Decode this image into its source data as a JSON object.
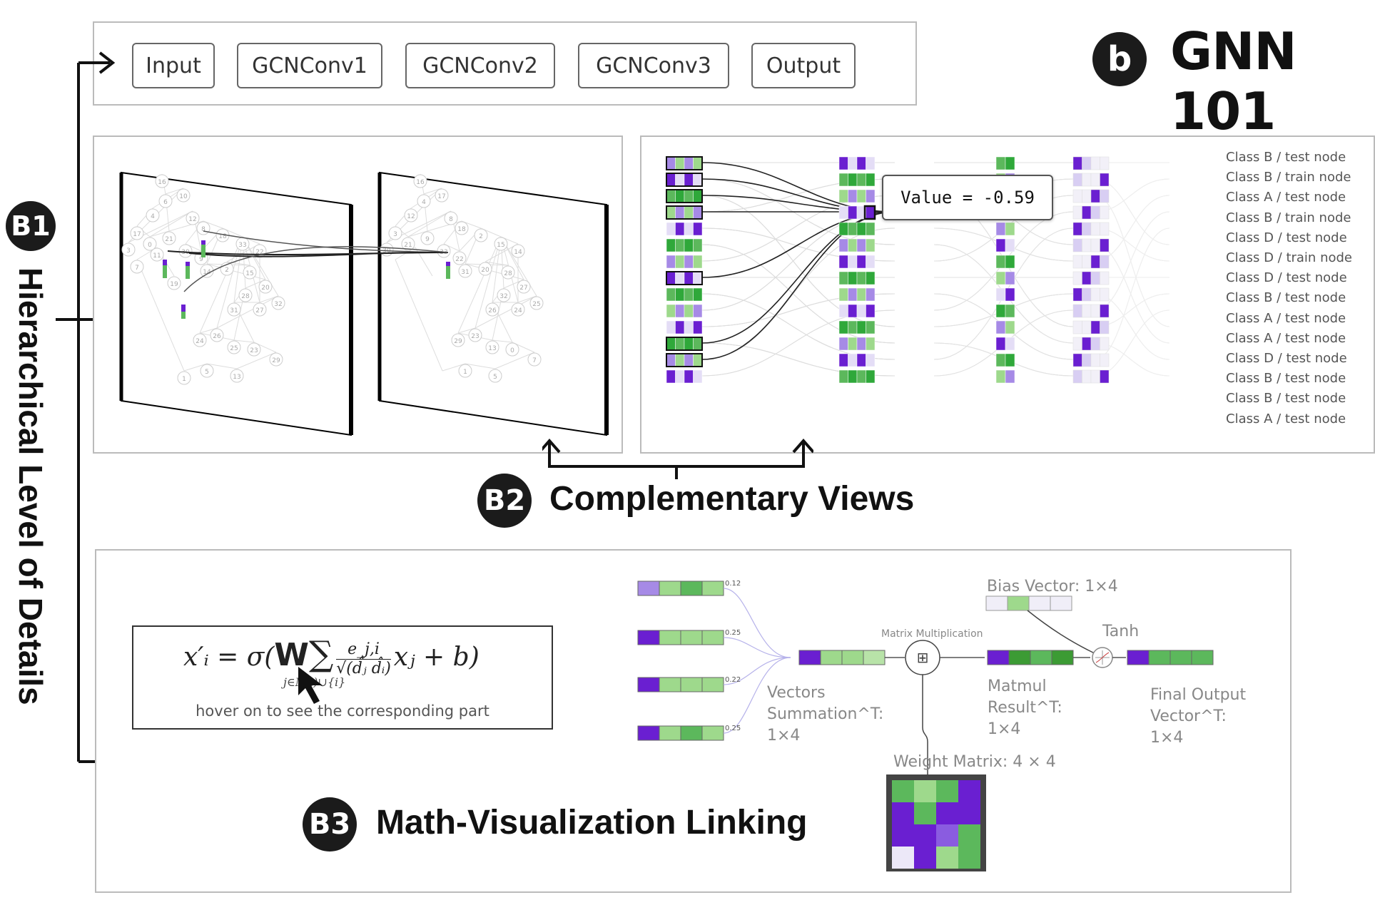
{
  "header": {
    "badge": "b",
    "title": "GNN 101"
  },
  "layer_buttons": [
    "Input",
    "GCNConv1",
    "GCNConv2",
    "GCNConv3",
    "Output"
  ],
  "side": {
    "badge": "B1",
    "label": "Hierarchical Level of Details"
  },
  "complementary": {
    "badge": "B2",
    "label": "Complementary Views"
  },
  "math_link": {
    "badge": "B3",
    "label": "Math-Visualization Linking"
  },
  "tooltip": {
    "text": "Value = -0.59"
  },
  "class_labels": [
    "Class B / test node",
    "Class B / train node",
    "Class A / test node",
    "Class B / train node",
    "Class D / test node",
    "Class D / train node",
    "Class D / test node",
    "Class B / test node",
    "Class A / test node",
    "Class A / test node",
    "Class D / test node",
    "Class B / test node",
    "Class B / test node",
    "Class A / test node"
  ],
  "graph_nodes_left": [
    "16",
    "6",
    "10",
    "4",
    "17",
    "0",
    "12",
    "3",
    "21",
    "8",
    "30",
    "9",
    "18",
    "33",
    "22",
    "2",
    "15",
    "14",
    "20",
    "28",
    "31",
    "27",
    "32",
    "26",
    "24",
    "25",
    "23",
    "29",
    "13",
    "5",
    "1",
    "7",
    "11",
    "19"
  ],
  "graph_nodes_right": [
    "16",
    "4",
    "17",
    "12",
    "3",
    "21",
    "8",
    "30",
    "9",
    "18",
    "33",
    "22",
    "2",
    "15",
    "14",
    "20",
    "28",
    "31",
    "27",
    "32",
    "26",
    "24",
    "25",
    "23",
    "29",
    "13",
    "0",
    "7",
    "5",
    "1"
  ],
  "formula": {
    "lhs": "x′ᵢ = σ(",
    "w": "W",
    "sum": "∑",
    "frac_num": "e_j,i",
    "frac_den": "√(d̂ⱼ d̂ᵢ)",
    "rhs": "xⱼ + b)",
    "sub": "j∈N(i)∪{i}",
    "hint": "hover on to see the corresponding part"
  },
  "math_vis": {
    "small_values": [
      "0.12",
      "0.25",
      "0.22",
      "0.25"
    ],
    "matmul_caption": "Matrix Multiplication",
    "vectors_summation": [
      "Vectors",
      "Summation^T:",
      "1×4"
    ],
    "bias_vector": "Bias Vector: 1×4",
    "tanh": "Tanh",
    "matmul_result": [
      "Matmul",
      "Result^T:",
      "1×4"
    ],
    "final_output": [
      "Final Output",
      "Vector^T:",
      "1×4"
    ],
    "weight_matrix": "Weight Matrix: 4 × 4"
  },
  "colors": {
    "purple": "#6a1fd1",
    "light_purple": "#a68ae6",
    "green": "#5cb85c",
    "light_green": "#9ed98c",
    "badge": "#1b1b1b"
  }
}
